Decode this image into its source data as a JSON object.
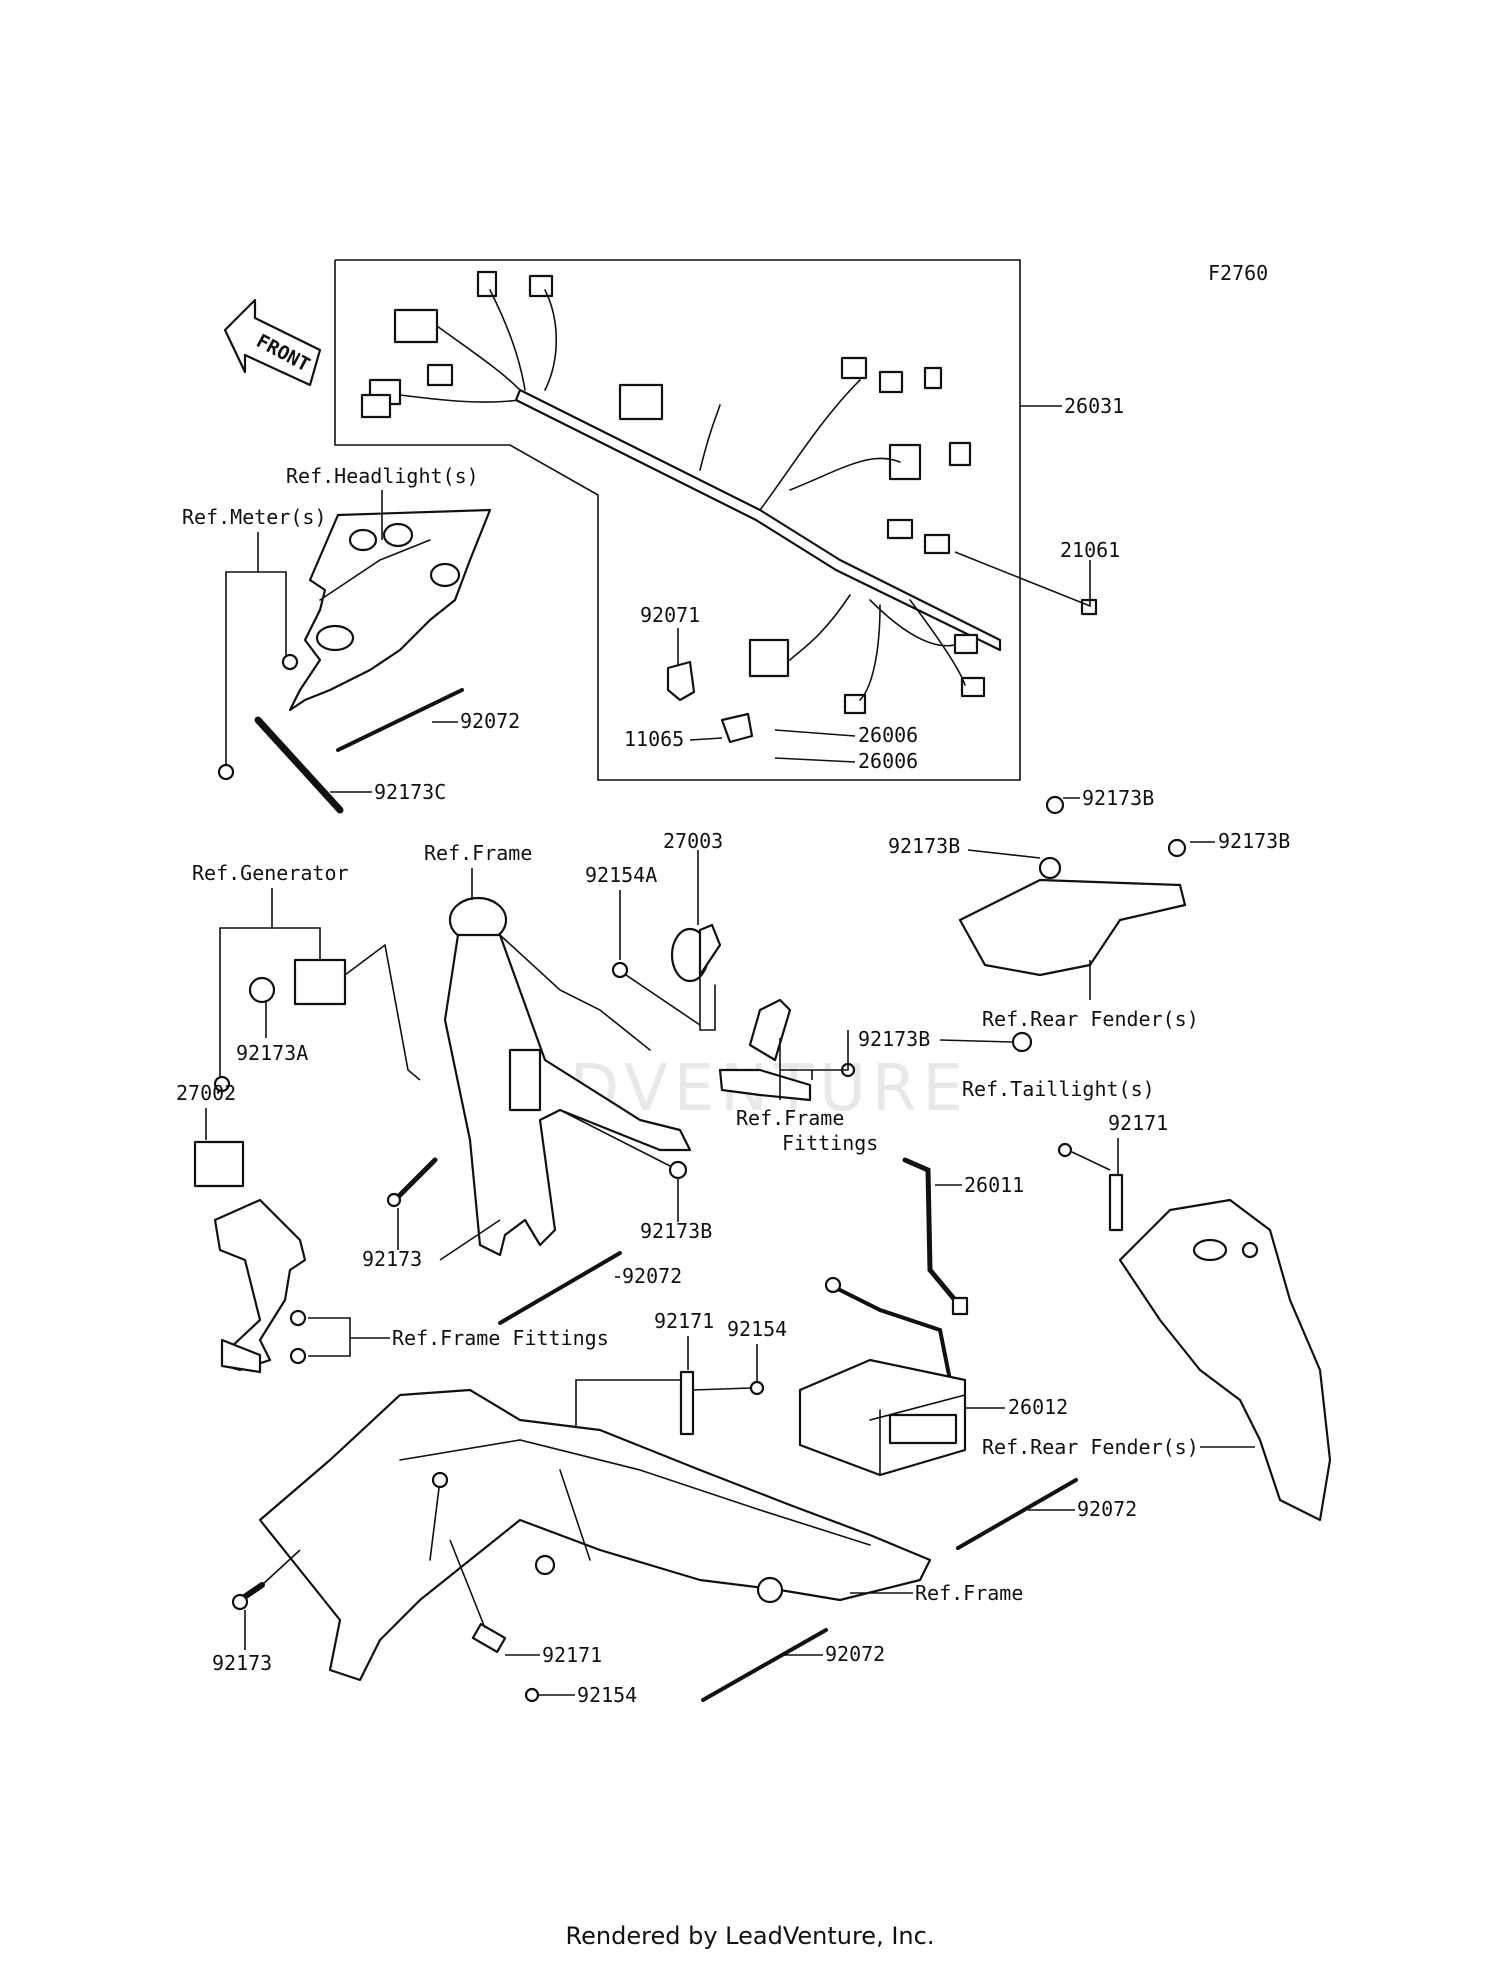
{
  "diagram_code": "F2760",
  "front_label": "FRONT",
  "watermark": "ADVENTURE",
  "footer": "Rendered by LeadVenture, Inc.",
  "labels": {
    "p26031": "26031",
    "p21061": "21061",
    "p92071": "92071",
    "p11065": "11065",
    "p26006a": "26006",
    "p26006b": "26006",
    "ref_headlight": "Ref.Headlight(s)",
    "ref_meter": "Ref.Meter(s)",
    "p92072a": "92072",
    "p92173c": "92173C",
    "p27003": "27003",
    "p92154a": "92154A",
    "p92173b_1": "92173B",
    "p92173b_2": "92173B",
    "p92173b_3": "92173B",
    "p92173b_4": "92173B",
    "p92173b_5": "92173B",
    "ref_rear_fender_1": "Ref.Rear Fender(s)",
    "ref_generator": "Ref.Generator",
    "ref_frame_1": "Ref.Frame",
    "p92173a": "92173A",
    "ref_frame_fittings_1a": "Ref.Frame",
    "ref_frame_fittings_1b": "Fittings",
    "ref_taillight": "Ref.Taillight(s)",
    "p92171a": "92171",
    "p27002": "27002",
    "p26011": "26011",
    "p92173a_bolt": "92173",
    "p92072b": "92072",
    "ref_frame_fittings_2": "Ref.Frame Fittings",
    "p92171b": "92171",
    "p92154": "92154",
    "p26012": "26012",
    "ref_rear_fender_2": "Ref.Rear Fender(s)",
    "p92072c": "92072",
    "ref_frame_2": "Ref.Frame",
    "p92173b_bolt": "92173",
    "p92171c": "92171",
    "p92072d": "92072",
    "p92154b": "92154"
  }
}
